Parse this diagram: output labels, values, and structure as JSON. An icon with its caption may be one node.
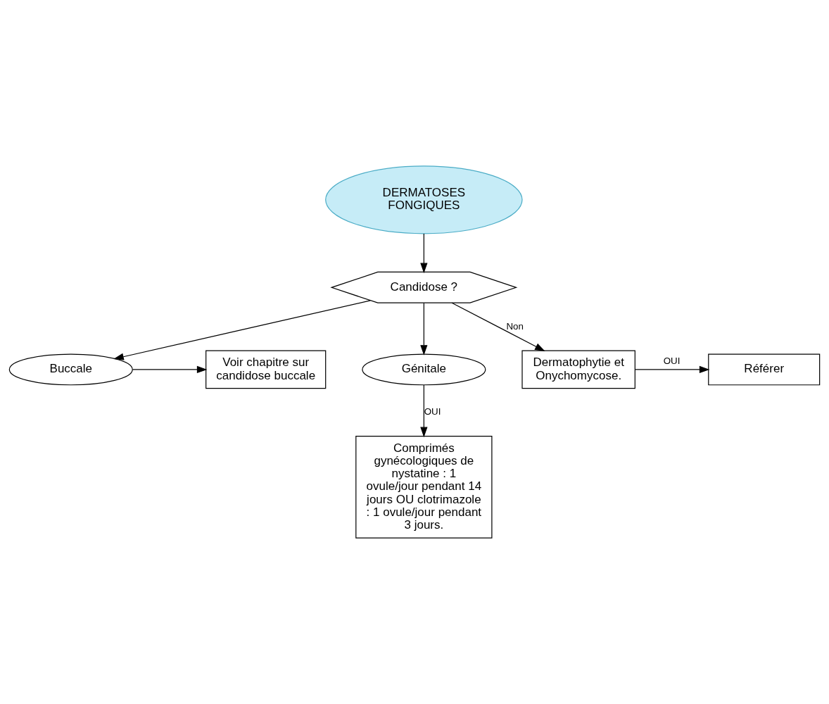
{
  "diagram": {
    "nodes": [
      {
        "text": [
          "DERMATOSES FONGIQUES"
        ]
      },
      {
        "text": [
          "Candidose ?"
        ]
      },
      {
        "text": [
          "Buccale"
        ]
      },
      {
        "text": [
          "Génitale"
        ]
      },
      {
        "text": [
          "Voir chapitre sur candidose buccale"
        ]
      },
      {
        "text": [
          "Comprimés gynécologiques de nystatine : 1 ovule/jour pendant 14 jours OU clotrimazole : 1 ovule/jour pendant 3 jours."
        ]
      },
      {
        "text": [
          "Dermatophytie et Onychomycose."
        ]
      },
      {
        "text": [
          "Référer"
        ]
      }
    ],
    "edges": [
      {
        "from": 0,
        "to": 1,
        "arrow": "to"
      },
      {
        "from": 1,
        "to": 2,
        "arrow": "to"
      },
      {
        "from": 1,
        "to": 3,
        "arrow": "to"
      },
      {
        "from": 2,
        "to": 4,
        "arrow": "to"
      },
      {
        "from": 3,
        "to": 5,
        "arrow": "to",
        "label": "OUI"
      },
      {
        "from": 1,
        "to": 6,
        "arrow": "to",
        "label": "Non"
      },
      {
        "from": 6,
        "to": 7,
        "arrow": "to",
        "label": "OUI"
      }
    ]
  }
}
